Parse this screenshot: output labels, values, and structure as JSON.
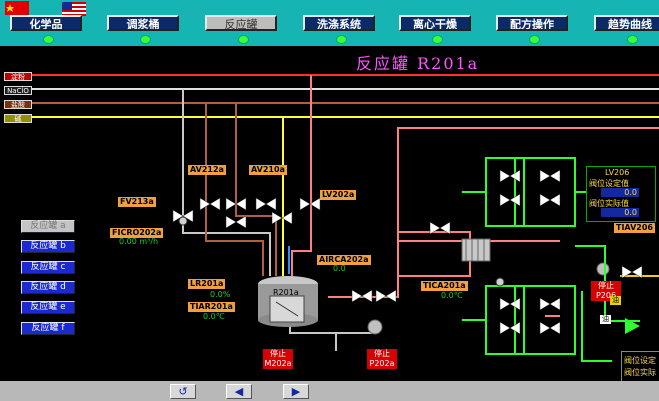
{
  "nav": {
    "buttons": [
      "化学品",
      "调浆桶",
      "反应罐",
      "洗涤系统",
      "离心干燥",
      "配方操作",
      "趋势曲线"
    ],
    "active_index": 2
  },
  "title": "反应罐 R201a",
  "feeds": [
    {
      "label": "淀粉",
      "color": "#ff3030"
    },
    {
      "label": "NaClO",
      "color": "#e0e0e0"
    },
    {
      "label": "盐酸",
      "color": "#b06040"
    },
    {
      "label": "碱",
      "color": "#ffff40"
    }
  ],
  "side_buttons": [
    "反应罐 a",
    "反应罐 b",
    "反应罐 c",
    "反应罐 d",
    "反应罐 e",
    "反应罐 f"
  ],
  "tags": {
    "av212a": "AV212a",
    "av210a": "AV210a",
    "lv202a": "LV202a",
    "fv213a": "FV213a",
    "ficro202a": "FICRO202a",
    "ficro202a_value": "0.00 m³/h",
    "lr201a": "LR201a",
    "lr201a_value": "0.0%",
    "tiar201a": "TIAR201a",
    "tiar201a_value": "0.0℃",
    "airca202a": "AIRCA202a",
    "airca202a_value": "0.0",
    "tica201a": "TICA201a",
    "tica201a_value": "0.0℃",
    "reactor": "R201a"
  },
  "stop_buttons": [
    {
      "l1": "停止",
      "l2": "M202a"
    },
    {
      "l1": "停止",
      "l2": "P202a"
    },
    {
      "l1": "停止",
      "l2": "P206"
    }
  ],
  "lv206": {
    "title": "LV206",
    "setpoint_label": "阀位设定值",
    "setpoint_value": "0.0",
    "actual_label": "阀位实际值",
    "actual_value": "0.0"
  },
  "tiav206": "TIAV206",
  "oil_labels": [
    "油",
    "油"
  ],
  "right_panel": {
    "l1": "阀位设定",
    "l2": "阀位实际"
  }
}
